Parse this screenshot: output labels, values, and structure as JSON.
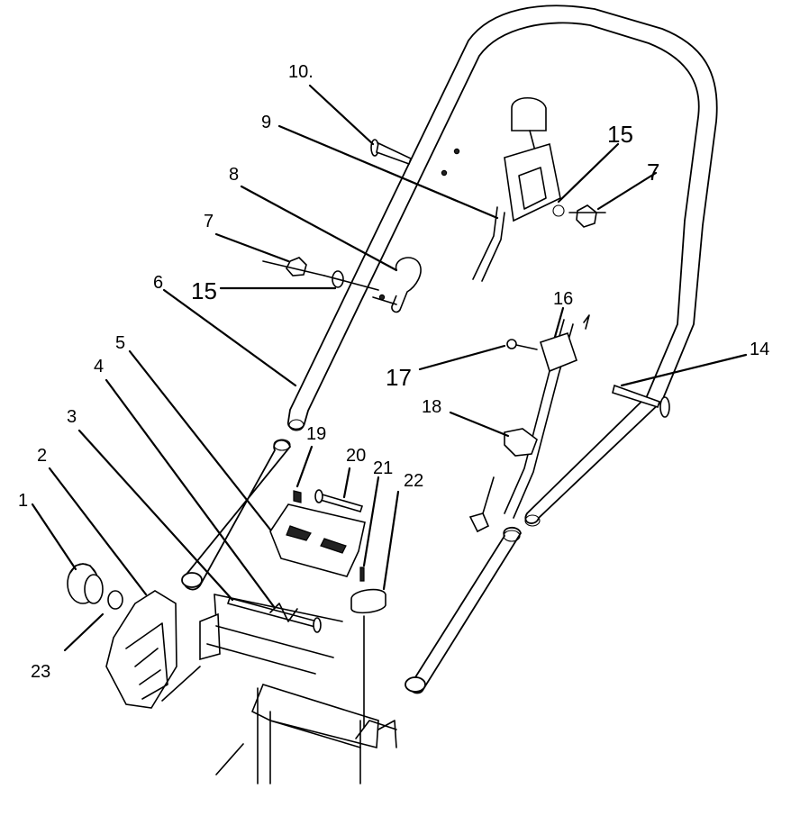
{
  "callouts": [
    {
      "id": "c1",
      "text": "1"
    },
    {
      "id": "c2",
      "text": "2"
    },
    {
      "id": "c3",
      "text": "3"
    },
    {
      "id": "c4",
      "text": "4"
    },
    {
      "id": "c5",
      "text": "5"
    },
    {
      "id": "c6",
      "text": "6"
    },
    {
      "id": "c7a",
      "text": "7"
    },
    {
      "id": "c7b",
      "text": "7"
    },
    {
      "id": "c8",
      "text": "8"
    },
    {
      "id": "c9",
      "text": "9"
    },
    {
      "id": "c10",
      "text": "10."
    },
    {
      "id": "c14",
      "text": "14"
    },
    {
      "id": "c15a",
      "text": "15"
    },
    {
      "id": "c15b",
      "text": "15"
    },
    {
      "id": "c16",
      "text": "16"
    },
    {
      "id": "c17",
      "text": "17"
    },
    {
      "id": "c18",
      "text": "18"
    },
    {
      "id": "c19",
      "text": "19"
    },
    {
      "id": "c20",
      "text": "20"
    },
    {
      "id": "c21",
      "text": "21"
    },
    {
      "id": "c22",
      "text": "22"
    },
    {
      "id": "c23",
      "text": "23"
    }
  ]
}
